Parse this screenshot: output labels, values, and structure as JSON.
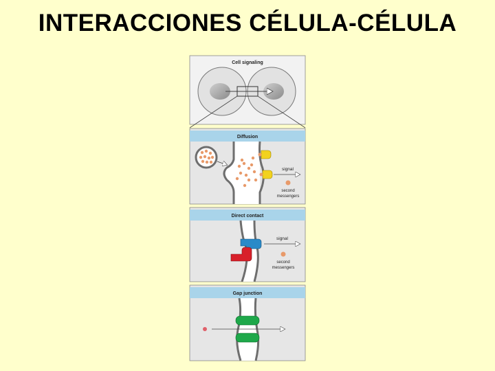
{
  "slide": {
    "title": "INTERACCIONES CÉLULA-CÉLULA"
  },
  "figure": {
    "cell_signaling": {
      "label": "Cell signaling"
    },
    "diffusion": {
      "label": "Diffusion",
      "signal_label": "signal",
      "second_messengers_label_1": "second",
      "second_messengers_label_2": "messengers"
    },
    "direct_contact": {
      "label": "Direct contact",
      "signal_label": "signal",
      "second_messengers_label_1": "second",
      "second_messengers_label_2": "messengers"
    },
    "gap_junction": {
      "label": "Gap junction"
    }
  },
  "colors": {
    "background": "#ffffcc",
    "header_band": "#a9d4ea",
    "panel_bg": "#e6e6e6",
    "membrane": "#6e6e6e",
    "molecule_orange": "#e89a6a",
    "receptor_yellow": "#f2d21e",
    "receptor_blue": "#2a8ac8",
    "ligand_red": "#d8202a",
    "channel_green": "#1ea84a",
    "dot_red": "#e0606a"
  }
}
